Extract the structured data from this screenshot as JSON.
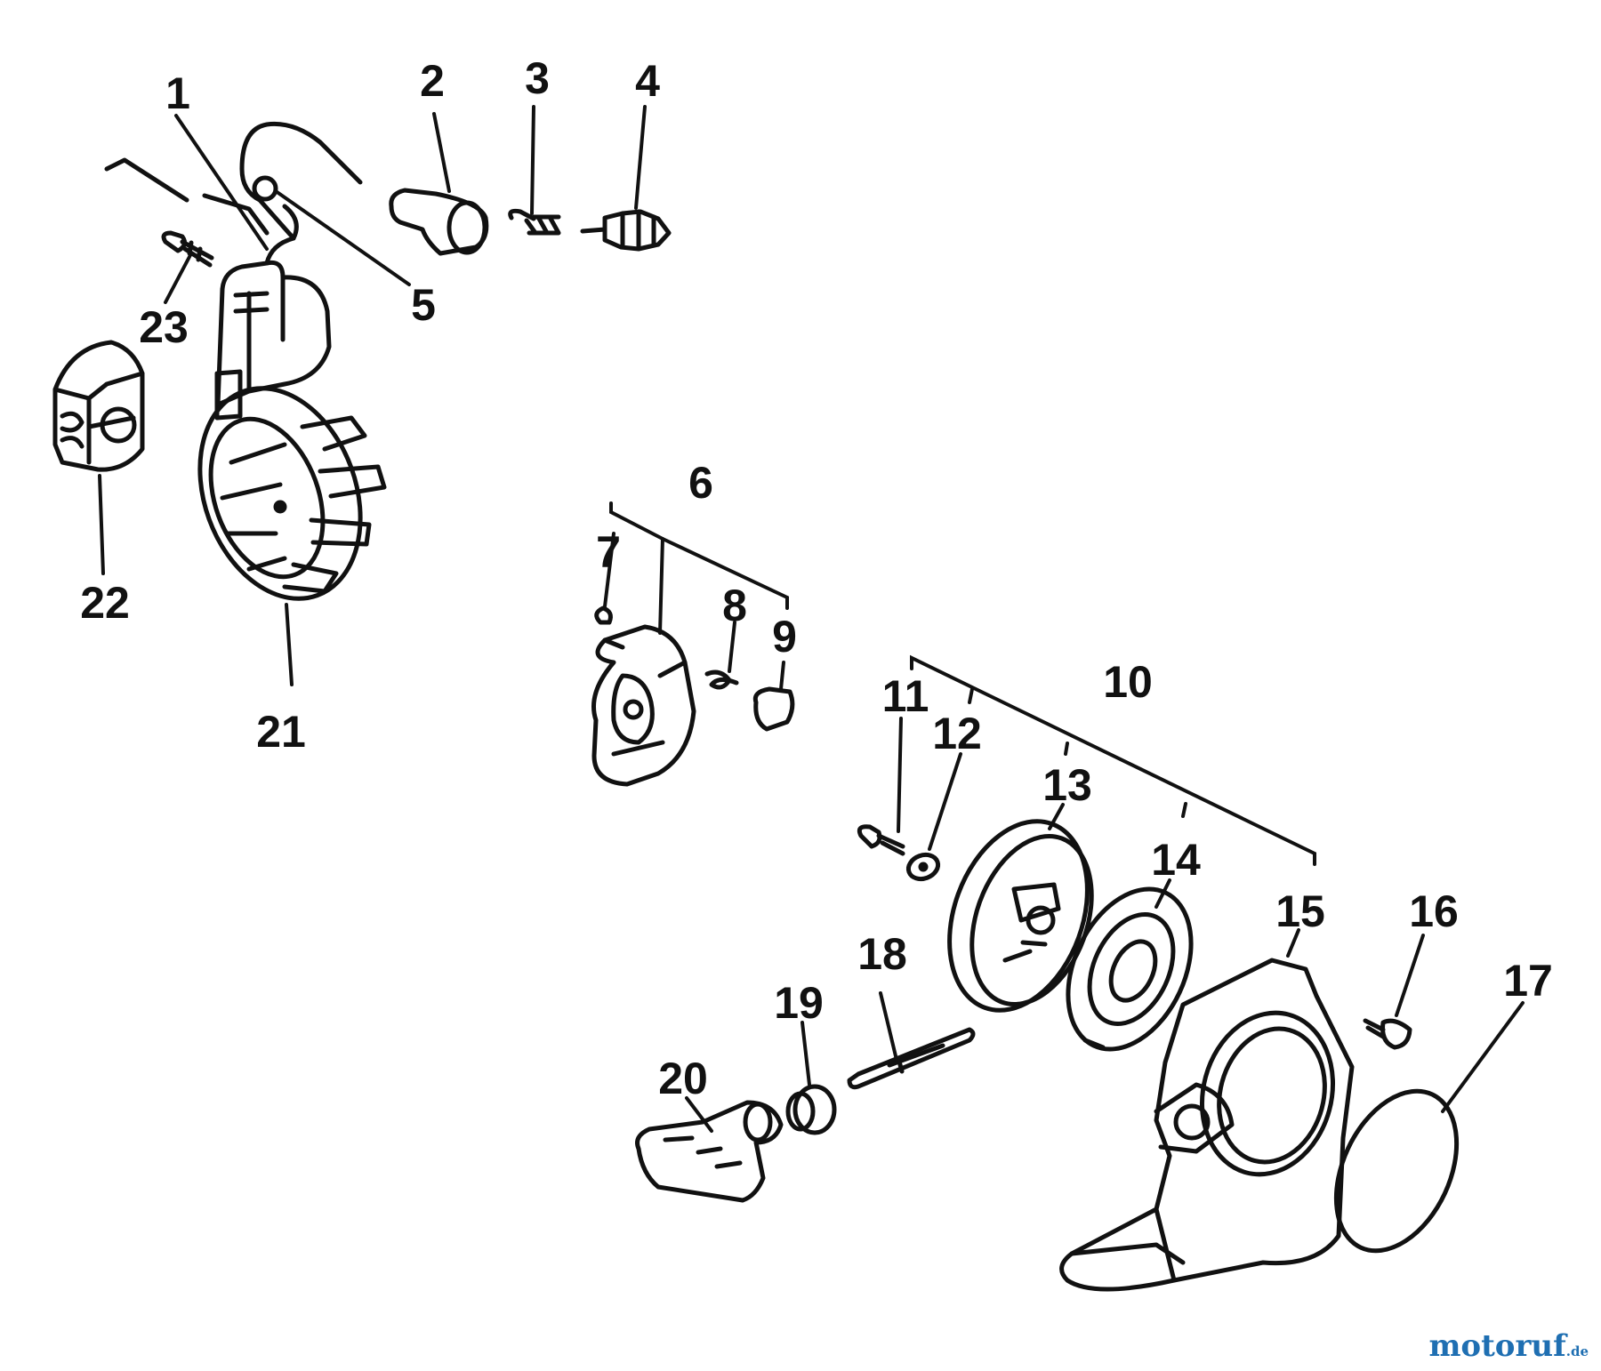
{
  "callouts": {
    "c1": "1",
    "c2": "2",
    "c3": "3",
    "c4": "4",
    "c5": "5",
    "c6": "6",
    "c7": "7",
    "c8": "8",
    "c9": "9",
    "c10": "10",
    "c11": "11",
    "c12": "12",
    "c13": "13",
    "c14": "14",
    "c15": "15",
    "c16": "16",
    "c17": "17",
    "c18": "18",
    "c19": "19",
    "c20": "20",
    "c21": "21",
    "c22": "22",
    "c23": "23"
  },
  "watermark": {
    "name": "motoruf",
    "tld": ".de"
  },
  "colors": {
    "line": "#111111",
    "background": "#ffffff",
    "watermark": "#1f6fb2"
  }
}
